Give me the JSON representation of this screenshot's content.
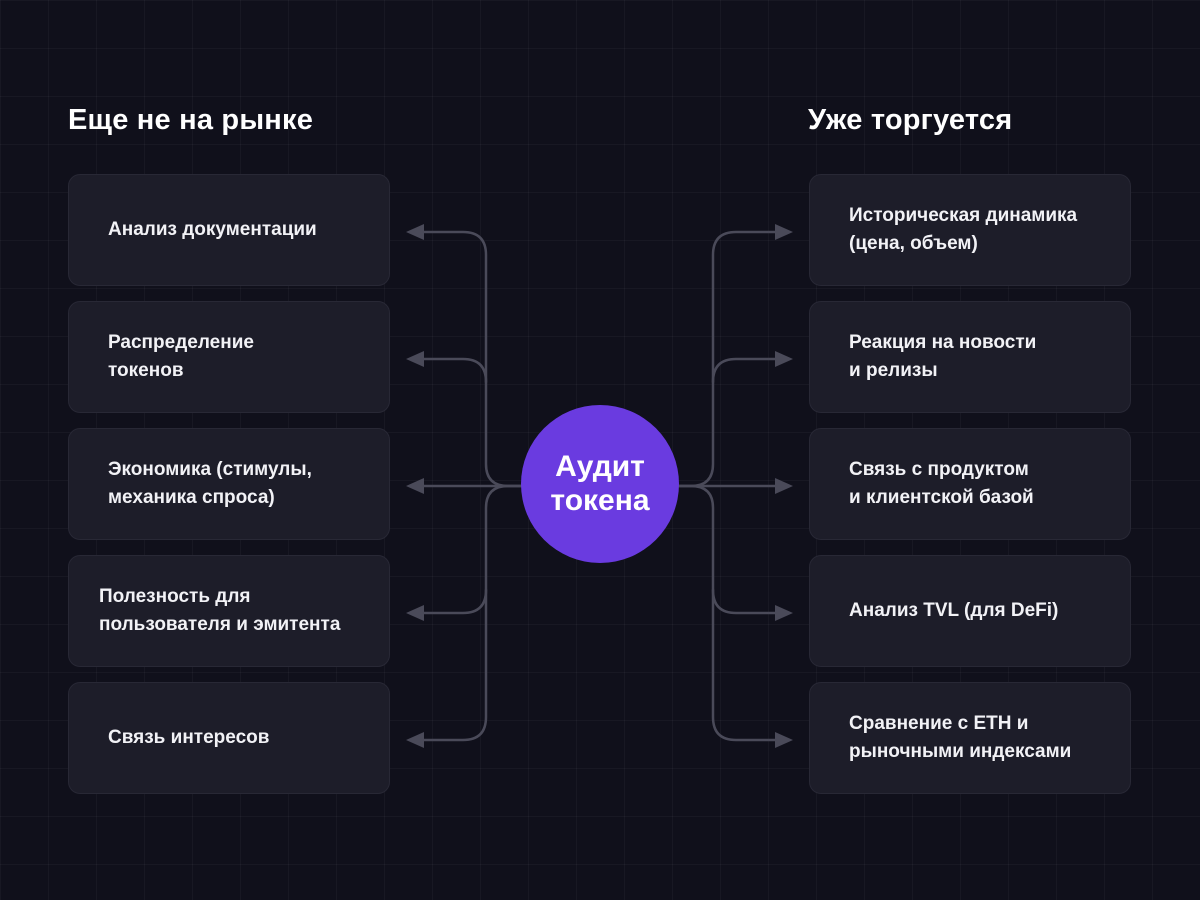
{
  "left_column": {
    "title": "Еще не на рынке",
    "items": [
      {
        "label": "Анализ документации"
      },
      {
        "label": "Распределение\nтокенов"
      },
      {
        "label": "Экономика (стимулы,\nмеханика спроса)"
      },
      {
        "label": "Полезность для\nпользователя и эмитента"
      },
      {
        "label": "Связь интересов"
      }
    ]
  },
  "hub": {
    "label": "Аудит\nтокена",
    "color": "#6a3be0"
  },
  "right_column": {
    "title": "Уже торгуется",
    "items": [
      {
        "label": "Историческая динамика\n(цена, объем)"
      },
      {
        "label": "Реакция на новости\nи релизы"
      },
      {
        "label": "Связь с продуктом\nи клиентской базой"
      },
      {
        "label": "Анализ TVL (для DeFi)"
      },
      {
        "label": "Сравнение с ETH и\nрыночными индексами"
      }
    ]
  },
  "colors": {
    "background": "#10101b",
    "card": "#1d1d29",
    "connector": "#4a4a59"
  }
}
